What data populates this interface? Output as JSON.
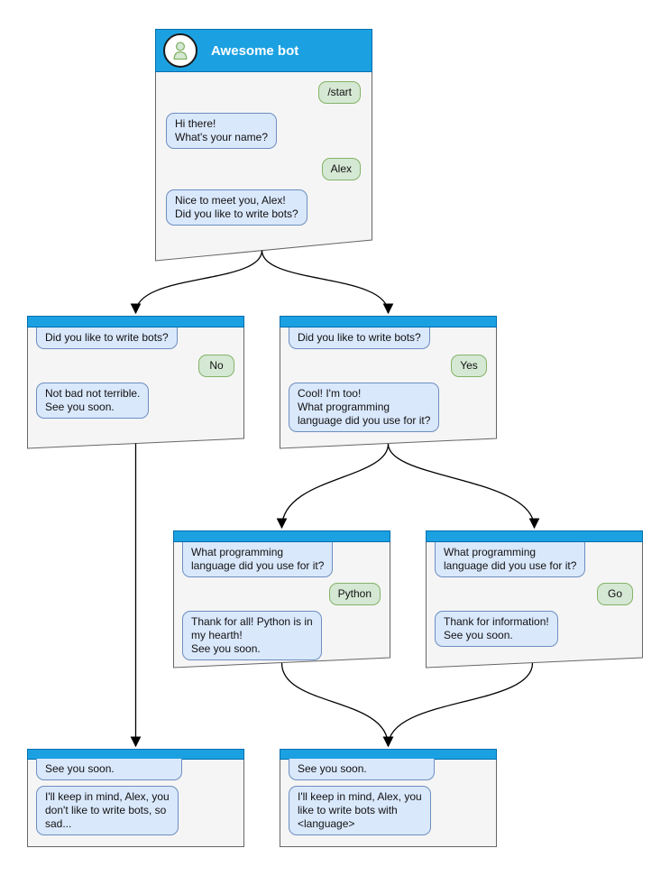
{
  "colors": {
    "header_bar_fill": "#1BA1E2",
    "header_bar_stroke": "#006EAF",
    "window_fill": "#F5F5F5",
    "window_stroke": "#666666",
    "bot_bubble_fill": "#DAE8FC",
    "bot_bubble_stroke": "#6C8EBF",
    "user_bubble_fill": "#D5E8D4",
    "user_bubble_stroke": "#82B366",
    "arrow_color": "#000000"
  },
  "boxes": [
    {
      "id": "root",
      "title": "Awesome bot",
      "messages": [
        {
          "from": "user",
          "text": "/start"
        },
        {
          "from": "bot",
          "text": "Hi there!\nWhat's your name?"
        },
        {
          "from": "user",
          "text": "Alex"
        },
        {
          "from": "bot",
          "text": "Nice to meet you, Alex!\nDid you like to write bots?"
        }
      ]
    },
    {
      "id": "branch-no",
      "messages": [
        {
          "from": "bot",
          "text": "Did you like to write bots?"
        },
        {
          "from": "user",
          "text": "No"
        },
        {
          "from": "bot",
          "text": "Not bad not terrible.\nSee you soon."
        }
      ]
    },
    {
      "id": "branch-yes",
      "messages": [
        {
          "from": "bot",
          "text": "Did you like to write bots?"
        },
        {
          "from": "user",
          "text": "Yes"
        },
        {
          "from": "bot",
          "text": "Cool! I'm too!\nWhat programming\nlanguage did you use for it?"
        }
      ]
    },
    {
      "id": "branch-python",
      "messages": [
        {
          "from": "bot",
          "text": "What programming\nlanguage did you use for it?"
        },
        {
          "from": "user",
          "text": "Python"
        },
        {
          "from": "bot",
          "text": "Thank for all! Python is in\nmy hearth!\nSee you soon."
        }
      ]
    },
    {
      "id": "branch-go",
      "messages": [
        {
          "from": "bot",
          "text": "What programming\nlanguage did you use for it?"
        },
        {
          "from": "user",
          "text": "Go"
        },
        {
          "from": "bot",
          "text": "Thank for information!\nSee you soon."
        }
      ]
    },
    {
      "id": "end-no",
      "messages": [
        {
          "from": "bot",
          "text": "See you soon."
        },
        {
          "from": "bot",
          "text": "I'll keep in mind, Alex, you\ndon't like to write bots, so\nsad..."
        }
      ]
    },
    {
      "id": "end-yes",
      "messages": [
        {
          "from": "bot",
          "text": "See you soon."
        },
        {
          "from": "bot",
          "text": "I'll keep in mind, Alex, you\nlike to write bots with\n<language>"
        }
      ]
    }
  ],
  "connections": [
    {
      "from": "root",
      "to": "branch-no"
    },
    {
      "from": "root",
      "to": "branch-yes"
    },
    {
      "from": "branch-no",
      "to": "end-no"
    },
    {
      "from": "branch-yes",
      "to": "branch-python"
    },
    {
      "from": "branch-yes",
      "to": "branch-go"
    },
    {
      "from": "branch-python",
      "to": "end-yes"
    },
    {
      "from": "branch-go",
      "to": "end-yes"
    }
  ]
}
